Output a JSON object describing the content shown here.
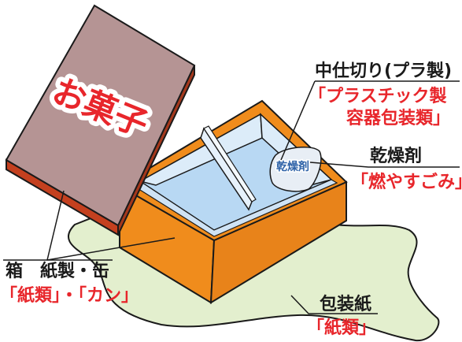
{
  "colors": {
    "wrap_paper": "#e3efce",
    "lid_top": "#b59494",
    "lid_side": "#c4401f",
    "box_orange": "#f08c1c",
    "inner_blue": "#b8d8f3",
    "inner_light": "#dcecf9",
    "accent_red": "#e8262b",
    "label_white": "#ffffff"
  },
  "lid": {
    "text": "お菓子"
  },
  "desiccant": {
    "text": "乾燥剤"
  },
  "labels": {
    "tray_name": "中仕切り(プラ製)",
    "tray_cat_line1": "「プラスチック製",
    "tray_cat_line2": "容器包装類」",
    "desiccant_name": "乾燥剤",
    "desiccant_cat": "「燃やすごみ」",
    "box_name": "箱　紙製・缶",
    "box_cat": "「紙類」・「カン」",
    "wrap_name": "包装紙",
    "wrap_cat": "「紙類」"
  }
}
